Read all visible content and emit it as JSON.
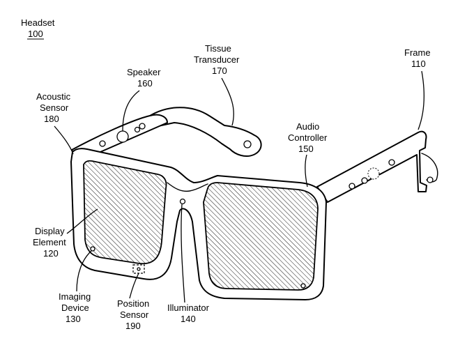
{
  "header": {
    "title": "Headset",
    "number": "100"
  },
  "labels": {
    "frame": [
      "Frame",
      "110"
    ],
    "tissue_transducer": [
      "Tissue",
      "Transducer",
      "170"
    ],
    "speaker": [
      "Speaker",
      "160"
    ],
    "acoustic_sensor": [
      "Acoustic",
      "Sensor",
      "180"
    ],
    "audio_controller": [
      "Audio",
      "Controller",
      "150"
    ],
    "display_element": [
      "Display",
      "Element",
      "120"
    ],
    "imaging_device": [
      "Imaging",
      "Device",
      "130"
    ],
    "position_sensor": [
      "Position",
      "Sensor",
      "190"
    ],
    "illuminator": [
      "Illuminator",
      "140"
    ]
  }
}
